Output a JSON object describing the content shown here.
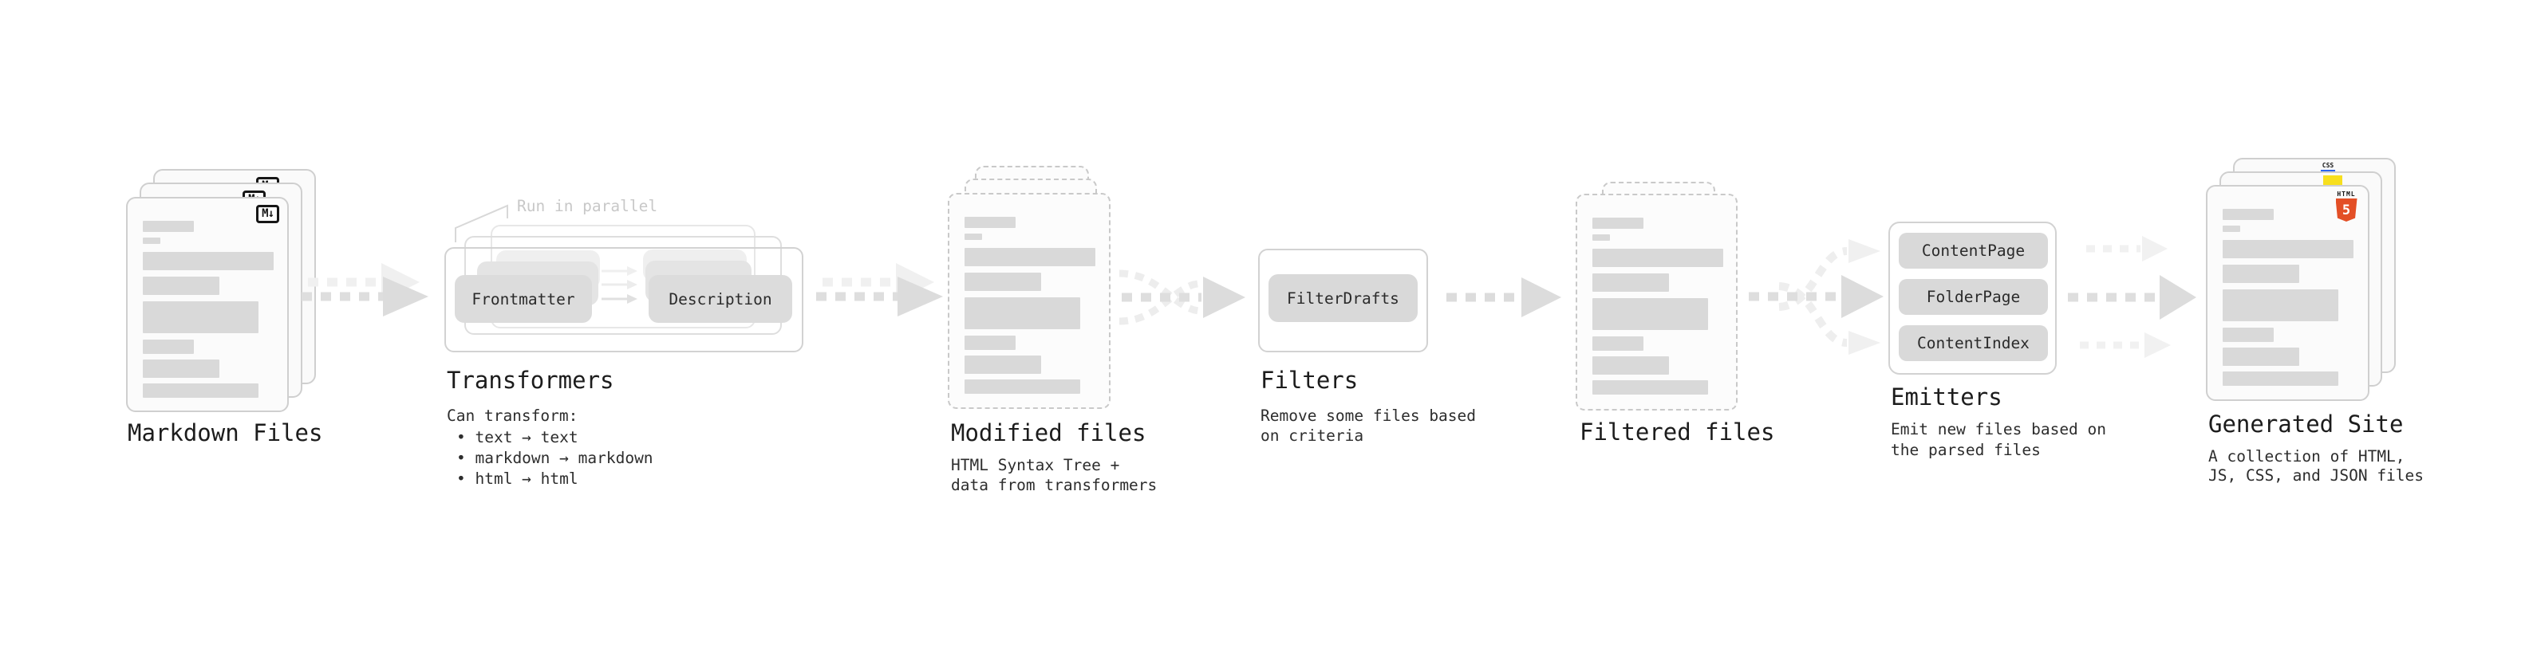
{
  "diagram": {
    "stages": {
      "markdown": {
        "label": "Markdown Files",
        "badge": "M↓"
      },
      "transformers": {
        "label": "Transformers",
        "note": "Run in parallel",
        "pill_left": "Frontmatter",
        "pill_right": "Description",
        "subtitle": "Can transform:",
        "bullets": [
          "text → text",
          "markdown → markdown",
          "html → html"
        ]
      },
      "modified": {
        "label": "Modified files",
        "subtitle1": "HTML Syntax Tree +",
        "subtitle2": "data from transformers"
      },
      "filters": {
        "label": "Filters",
        "pill": "FilterDrafts",
        "subtitle1": "Remove some files based",
        "subtitle2": "on criteria"
      },
      "filtered": {
        "label": "Filtered files"
      },
      "emitters": {
        "label": "Emitters",
        "pills": [
          "ContentPage",
          "FolderPage",
          "ContentIndex"
        ],
        "subtitle1": "Emit new files based on",
        "subtitle2": "the parsed files"
      },
      "generated": {
        "label": "Generated Site",
        "subtitle1": "A collection of HTML,",
        "subtitle2": "JS, CSS, and JSON files",
        "css_badge": "CSS",
        "html5_badge_label": "HTML",
        "html5_badge_number": "5"
      }
    },
    "colors": {
      "html5_orange": "#e34f26",
      "js_yellow": "#f7df1e",
      "css_blue": "#2965f1",
      "card_border": "#cfcfcf",
      "pill_fill": "#dcdcdc",
      "arrow_dark": "#dedede",
      "arrow_light": "#f0f0f0"
    }
  }
}
